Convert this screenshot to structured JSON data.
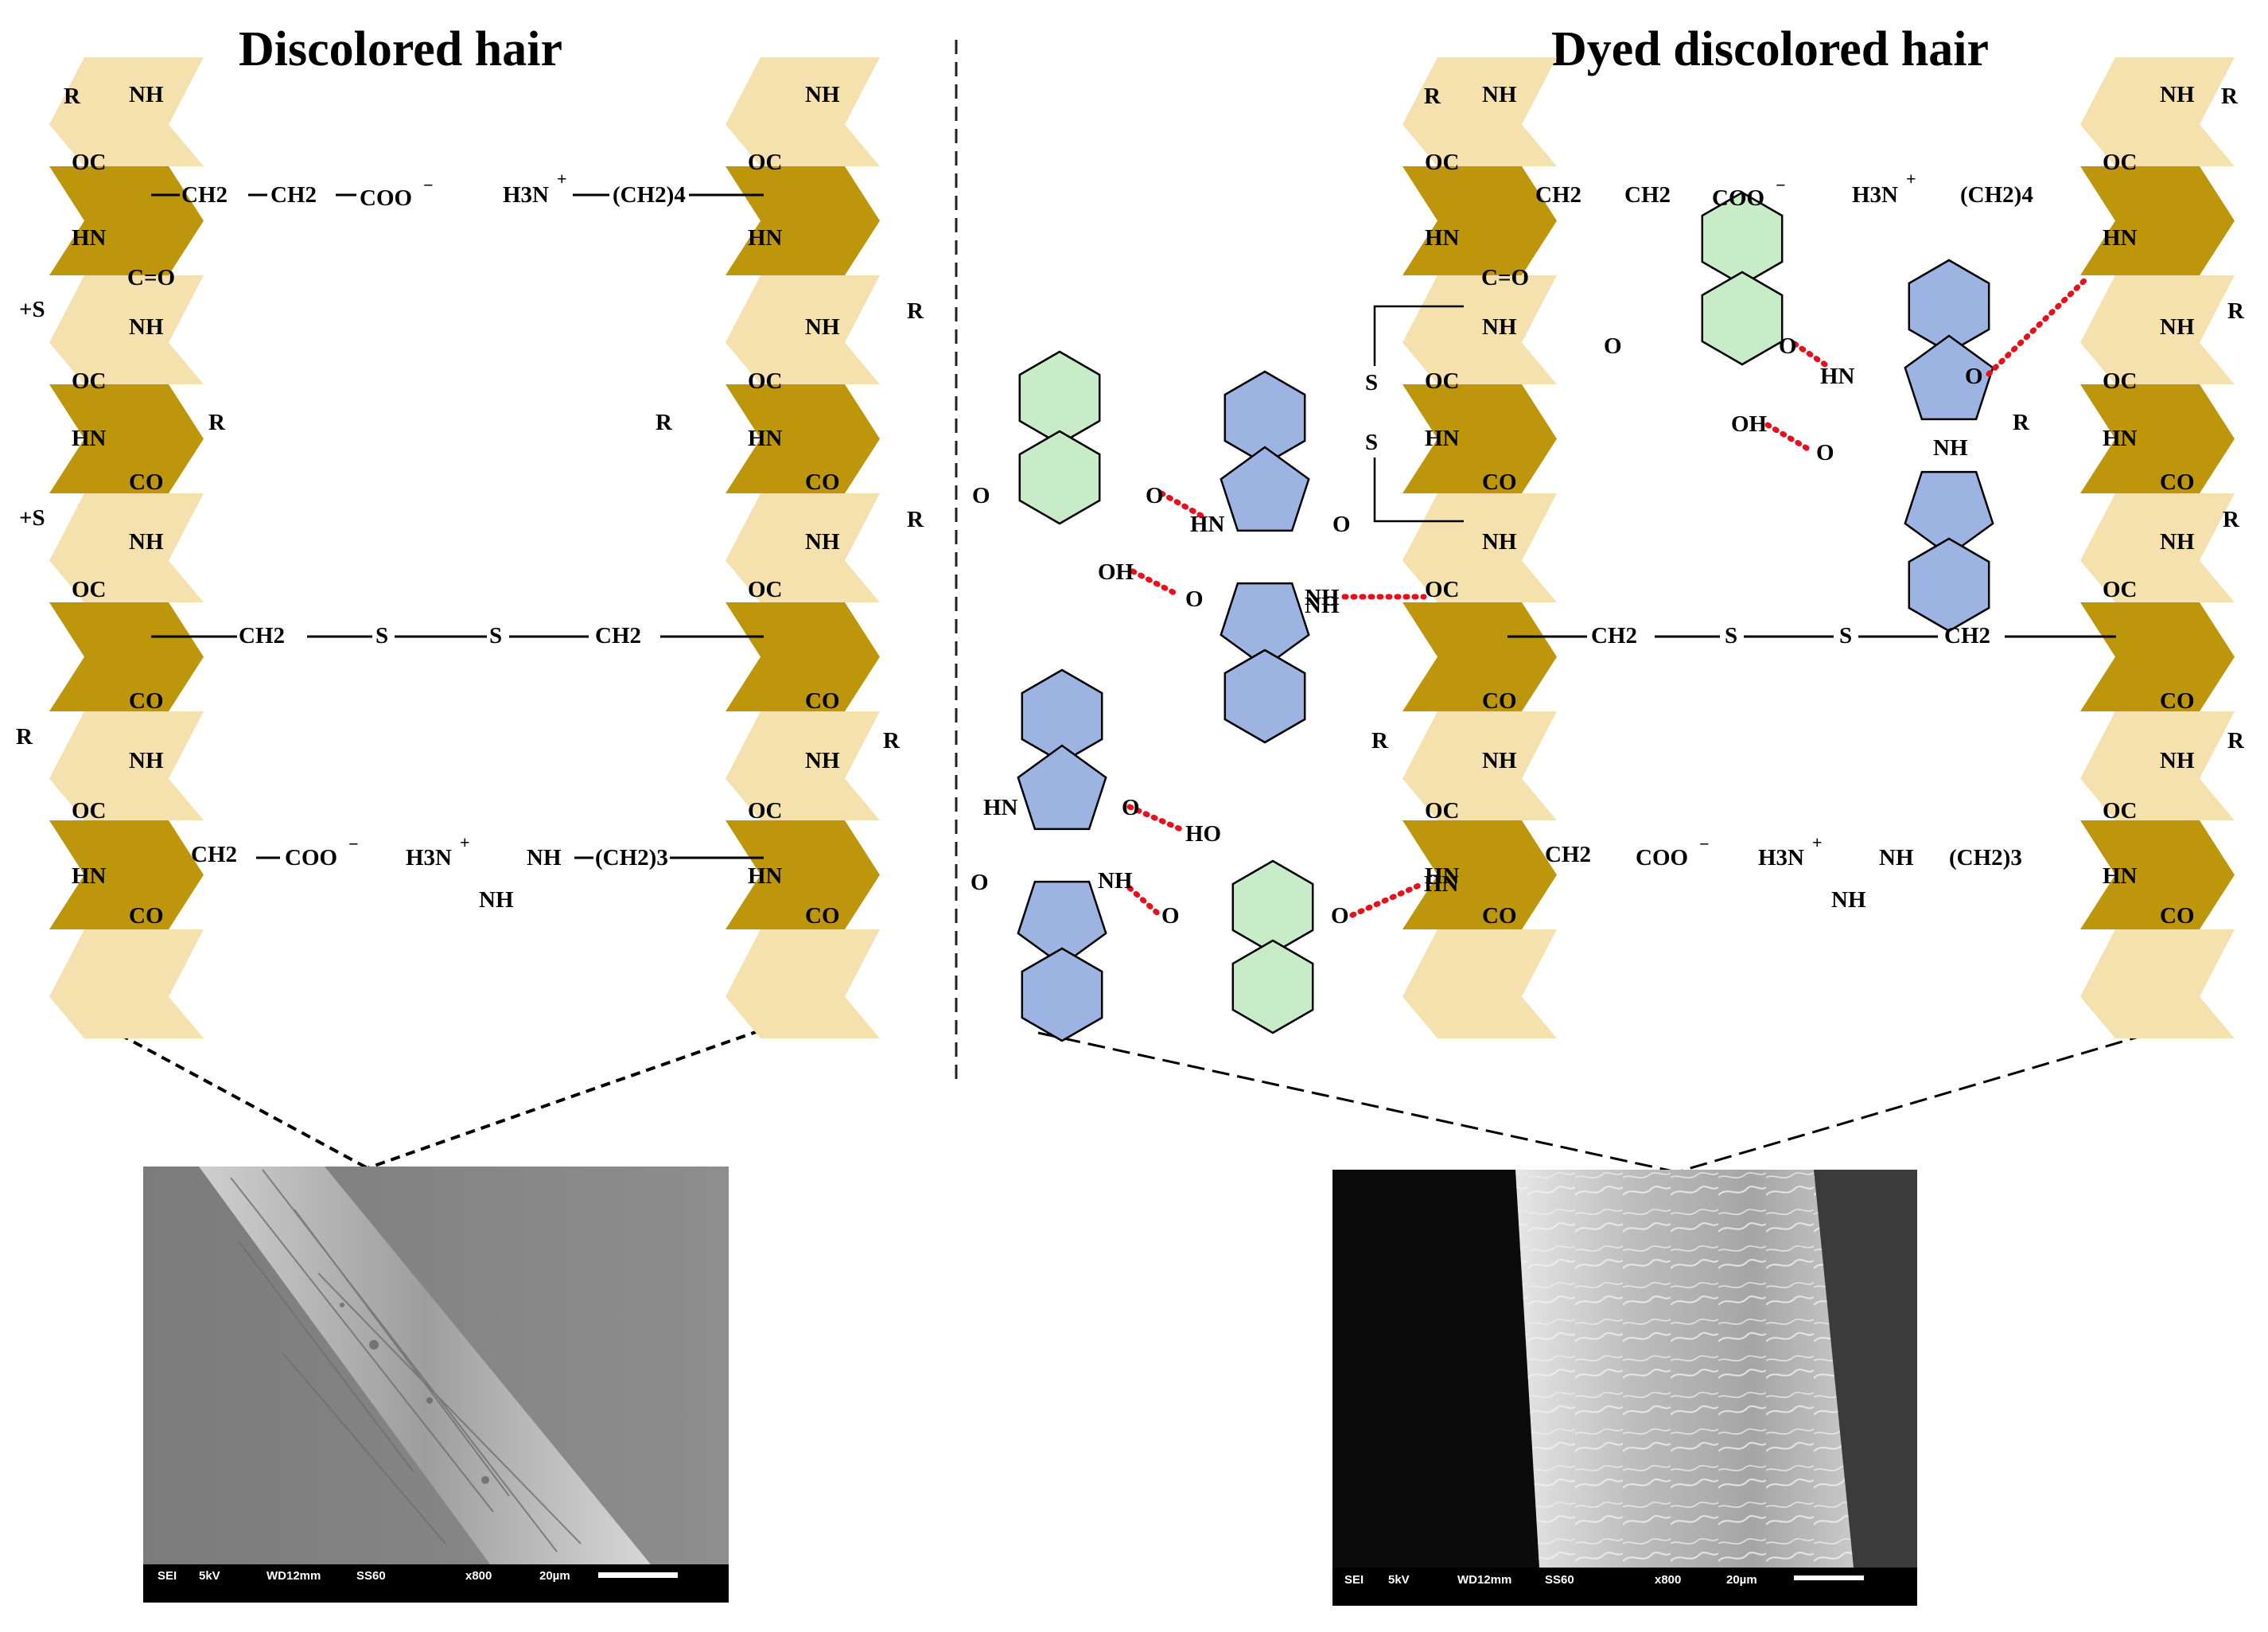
{
  "titles": {
    "left": "Discolored hair",
    "right": "Dyed discolored hair"
  },
  "colors": {
    "keratin_light": "#F4E1AD",
    "keratin_dark": "#BD960B",
    "naphthoquinone_ring": "#C8ECC8",
    "indigo_ring": "#9DB4E3",
    "hydrogen_bond": "#E8101C"
  },
  "labels": {
    "R": "R",
    "NH": "NH",
    "HN": "HN",
    "OC": "OC",
    "CO": "CO",
    "C_eq_O": "C=O",
    "S_plus": "+S",
    "S": "S",
    "O": "O",
    "OH": "OH",
    "HO": "HO",
    "CH2": "CH2",
    "COO_minus": "COO",
    "H3N_plus": "H3N",
    "CH2_4": "(CH2)4",
    "CH2_3": "(CH2)3"
  },
  "left_panel": {
    "side_chain_1": "CH2—CH2—COO−",
    "side_chain_2": "H3N+—(CH2)4",
    "disulfide": "CH2 — S — S — CH2",
    "side_chain_3": "CH2—COO−",
    "side_chain_4": "H3N+ =NH—(CH2)3"
  },
  "sem_left": {
    "scale_label": "20µm",
    "info": [
      "SEI",
      "5kV",
      "WD12mm",
      "SS60",
      "x800",
      "20µm"
    ]
  },
  "sem_right": {
    "scale_label": "20µm",
    "info": [
      "SEI",
      "5kV",
      "WD12mm",
      "SS60",
      "x800",
      "20µm"
    ]
  }
}
